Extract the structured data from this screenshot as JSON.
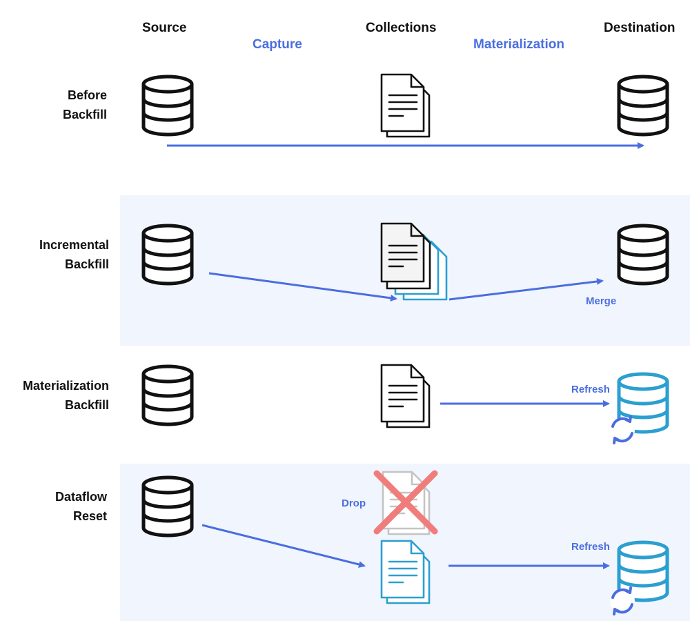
{
  "columns": {
    "source": "Source",
    "capture": "Capture",
    "collections": "Collections",
    "materialization": "Materialization",
    "destination": "Destination"
  },
  "rows": [
    {
      "line1": "Before",
      "line2": "Backfill"
    },
    {
      "line1": "Incremental",
      "line2": "Backfill",
      "note": "Merge"
    },
    {
      "line1": "Materialization",
      "line2": "Backfill",
      "note": "Refresh"
    },
    {
      "line1": "Dataflow",
      "line2": "Reset",
      "drop_note": "Drop",
      "note": "Refresh"
    }
  ],
  "colors": {
    "accent": "#4a6ee0",
    "refresh_db": "#2b9fd0",
    "drop_x": "#f07c7c",
    "band": "#f1f5fd",
    "icon": "#111111"
  },
  "icons": {
    "source_db": "database-icon",
    "collection": "document-icon",
    "destination_db": "database-icon",
    "refresh": "refresh-icon",
    "drop": "x-mark-icon"
  }
}
